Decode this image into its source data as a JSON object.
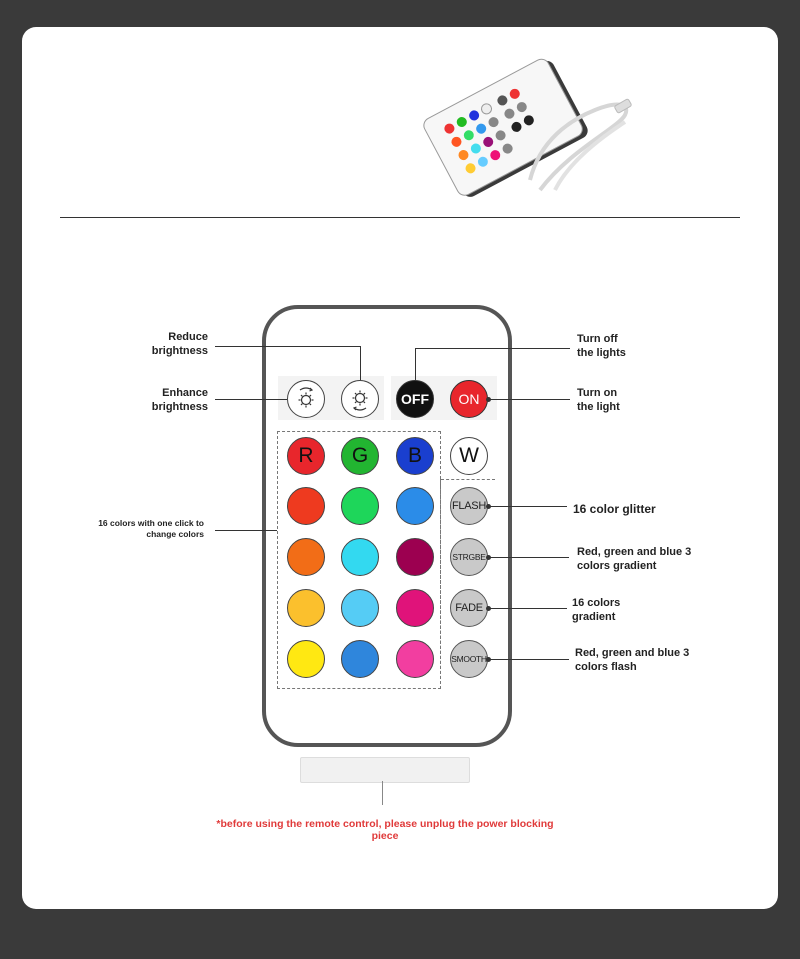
{
  "buttons": {
    "off": "OFF",
    "on": "ON",
    "r": "R",
    "g": "G",
    "b": "B",
    "w": "W",
    "flash": "FLASH",
    "strobe": "STRGBE",
    "fade": "FADE",
    "smooth": "SMOOTH"
  },
  "labels": {
    "reduce_line1": "Reduce",
    "reduce_line2": "brightness",
    "enhance_line1": "Enhance",
    "enhance_line2": "brightness",
    "colors16_line1": "16 colors with one click to",
    "colors16_line2": "change colors",
    "turn_off_line1": "Turn off",
    "turn_off_line2": "the lights",
    "turn_on_line1": "Turn on",
    "turn_on_line2": "the light",
    "flash": "16 color glitter",
    "strobe_line1": "Red, green and blue 3",
    "strobe_line2": "colors gradient",
    "fade_line1": "16 colors",
    "fade_line2": "gradient",
    "smooth_line1": "Red, green and blue 3",
    "smooth_line2": "colors flash"
  },
  "note": {
    "line1": "*before using the remote control, please unplug the power blocking",
    "line2": "piece"
  },
  "colors": {
    "red": "#e8262c",
    "green": "#22b531",
    "blue": "#1a3fcf",
    "white": "#ffffff",
    "off_bg": "#111111",
    "on_bg": "#e8262c",
    "grid": [
      [
        "#ee3a1f",
        "#1ed65a",
        "#2b8ce8"
      ],
      [
        "#f26d17",
        "#33d9f0",
        "#9c0050"
      ],
      [
        "#fbc02d",
        "#55ccf5",
        "#e0137a"
      ],
      [
        "#ffe812",
        "#2f86dc",
        "#f23ea0"
      ]
    ]
  }
}
